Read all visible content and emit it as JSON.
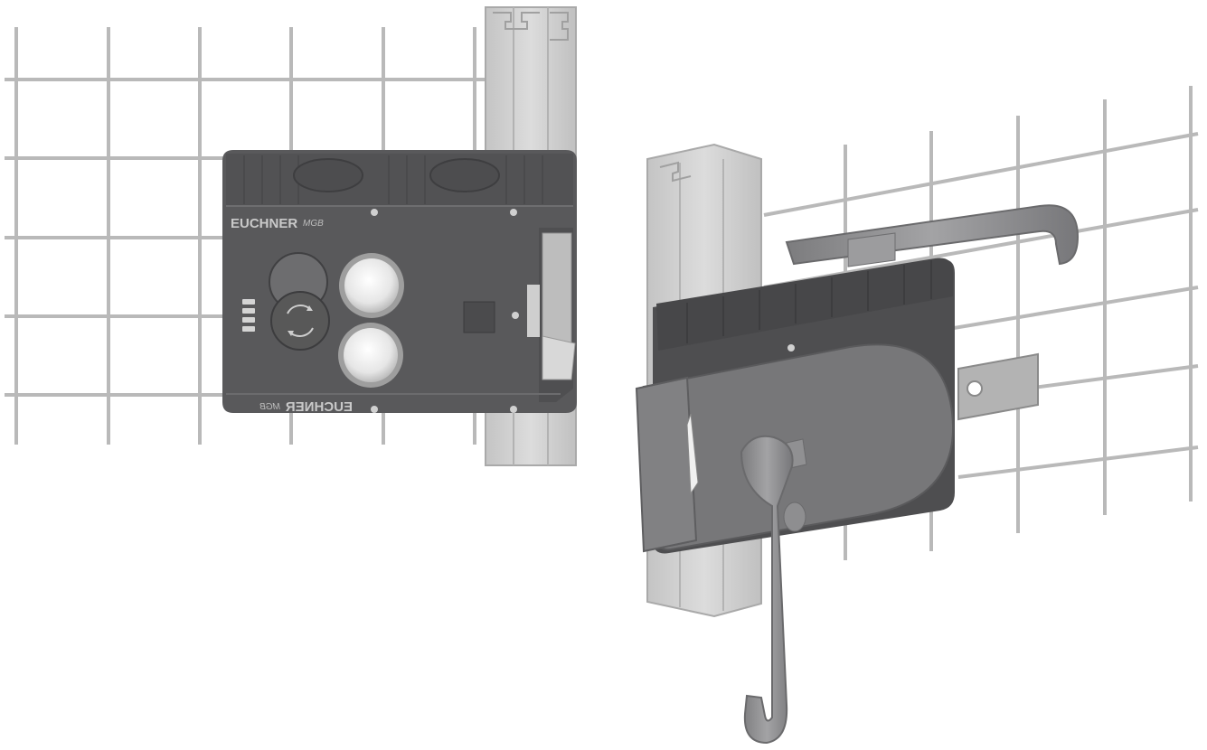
{
  "left_device": {
    "brand": "EUCHNER",
    "model": "MGB",
    "brand_mirrored": "EUCHNER",
    "model_mirrored": "MGB"
  },
  "colors": {
    "housing": "#5a5a5c",
    "housing_dark": "#474749",
    "housing_light": "#6b6b6d",
    "fence_grid": "#b9b9b9",
    "profile": "#d0d0d0",
    "handle": "#8a8a8c",
    "button_cap": "#e9e9e9"
  }
}
